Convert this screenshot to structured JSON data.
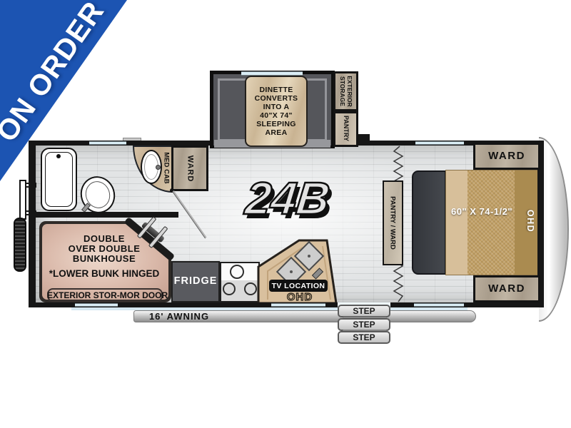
{
  "banner": {
    "text": "ON ORDER"
  },
  "model": {
    "label": "24B"
  },
  "slideout": {
    "dinette_lines": [
      "DINETTE",
      "CONVERTS",
      "INTO A",
      "40\"X 74\"",
      "SLEEPING",
      "AREA"
    ],
    "exterior_storage_lines": [
      "EXTERIOR",
      "STORAGE"
    ],
    "pantry": "PANTRY"
  },
  "bathroom": {
    "med_cab": "MED CAB",
    "ward": "WARD"
  },
  "bunkhouse": {
    "title_lines": [
      "DOUBLE",
      "OVER DOUBLE",
      "BUNKHOUSE"
    ],
    "note": "*LOWER BUNK HINGED",
    "door_label": "EXTERIOR STOR-MOR DOOR"
  },
  "kitchen": {
    "fridge": "FRIDGE",
    "tv_location": "TV LOCATION",
    "ohd": "OHD"
  },
  "bedroom": {
    "pantry_ward": "PANTRY / WARD",
    "bed_size": "60\" X 74-1/2\"",
    "ohd": "OHD",
    "ward_top": "WARD",
    "ward_bottom": "WARD"
  },
  "exterior": {
    "awning": "16' AWNING",
    "steps": [
      "STEP",
      "STEP",
      "STEP"
    ]
  },
  "colors": {
    "banner_blue": "#1c54b2",
    "wall_black": "#161616",
    "window_blue": "#d9ecf4",
    "wood_light": "#d9c09e",
    "bunk_tan": "#d9b8a9",
    "slide_gray": "#55565b",
    "mattress_tan": "#c1a066"
  }
}
